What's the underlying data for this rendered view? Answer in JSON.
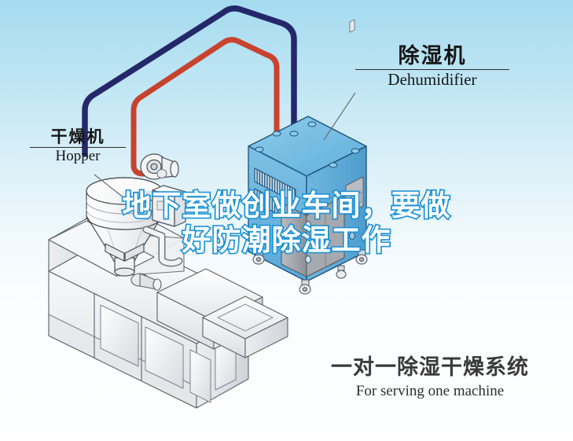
{
  "scene": {
    "background_top_color": "#a5dbef",
    "background_bottom_color": "#ffffff"
  },
  "headline": {
    "line1": "地下室做创业车间，要做",
    "line2": "好防潮除湿工作",
    "fill_color": "#ffffff",
    "outline_color": "#1e93d6"
  },
  "labels": {
    "dehumidifier": {
      "cn": "除湿机",
      "en": "Dehumidifier"
    },
    "hopper": {
      "cn": "干燥机",
      "en": "Hopper"
    }
  },
  "caption": {
    "cn": "一对一除湿干燥系统",
    "en": "For serving one machine"
  },
  "equipment": {
    "dehumidifier": {
      "body_color": "#6db7de",
      "panel_color": "#9a9a9a",
      "outline_color": "#1b4f7a",
      "vent_count": 2,
      "caster_count": 4
    },
    "hopper": {
      "body_color": "#f4f5f7",
      "outline_color": "#4a4a52"
    },
    "molding_machine": {
      "body_color": "#eceef0",
      "outline_color": "#5a5f66"
    }
  },
  "pipes": [
    {
      "name": "return-air-pipe",
      "color": "#c8432e",
      "width": 7
    },
    {
      "name": "dry-air-pipe",
      "color": "#25276b",
      "width": 7
    }
  ]
}
